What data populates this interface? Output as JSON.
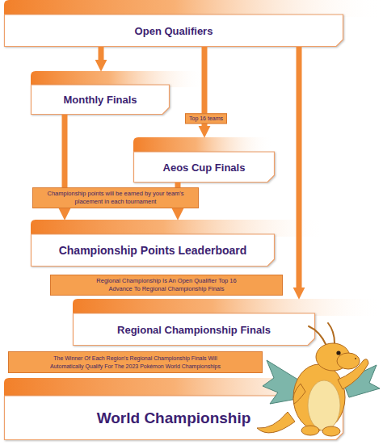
{
  "diagram": {
    "nodes": [
      {
        "text": [
          "Open Qualifiers"
        ]
      },
      {
        "text": [
          "Monthly Finals"
        ]
      },
      {
        "text": [
          "Aeos Cup Finals"
        ]
      },
      {
        "text": [
          "Championship Points Leaderboard"
        ]
      },
      {
        "text": [
          "Regional Championship Finals"
        ]
      },
      {
        "text": [
          "World Championship"
        ]
      }
    ],
    "edges": [
      {
        "from": 0,
        "to": 1,
        "arrow": "to"
      },
      {
        "from": 0,
        "to": 2,
        "label": "Top 16 teams",
        "arrow": "to"
      },
      {
        "from": 0,
        "to": 4,
        "arrow": "to"
      },
      {
        "from": 1,
        "to": 3,
        "arrow": "to"
      },
      {
        "from": 2,
        "to": 3,
        "arrow": "to"
      }
    ],
    "labels": [
      "Championship points will be earned by your team's placement in each tournament",
      "Regional Championship Is An Open Qualifier Top 16 Advance To Regional Championship Finals",
      "The Winner Of Each Region's Regional Championship Finals Will Automatically Qualify For The 2023 Pokémon World Championships"
    ]
  }
}
